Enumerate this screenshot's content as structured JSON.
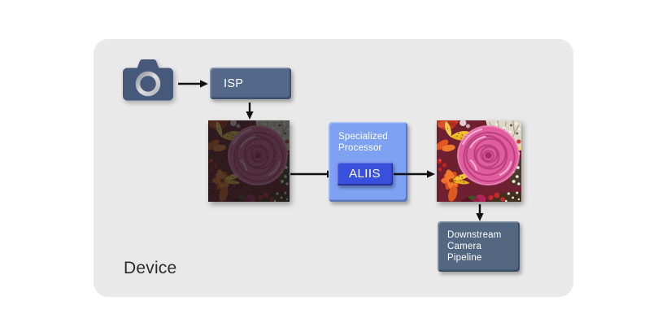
{
  "colors": {
    "page_bg": "#ffffff",
    "panel_bg": "#e9e9e9",
    "slate": "#54688a",
    "slate_camera": "#47597a",
    "slate_downstream": "#536880",
    "blue_light": "#7ea1f2",
    "blue": "#3950dc",
    "arrow": "#111111",
    "label_text": "#2c2c2c",
    "box_text": "#ffffff"
  },
  "device": {
    "label": "Device"
  },
  "pipeline": {
    "camera": {
      "icon": "camera-icon"
    },
    "isp": {
      "label": "ISP"
    },
    "input_image": {
      "description": "dark low-light bouquet photo"
    },
    "processor": {
      "label": "Specialized Processor",
      "chip_label": "ALIIS"
    },
    "output_image": {
      "description": "bright enhanced bouquet photo"
    },
    "downstream": {
      "label_lines": [
        "Downstream",
        "Camera",
        "Pipeline"
      ]
    }
  }
}
